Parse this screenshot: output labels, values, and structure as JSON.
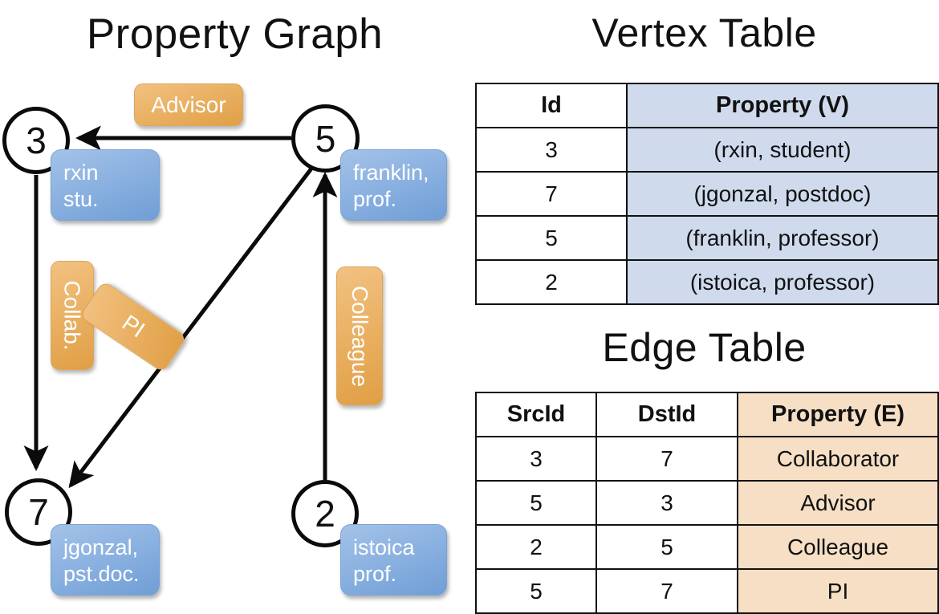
{
  "titles": {
    "property_graph": "Property Graph",
    "vertex_table": "Vertex Table",
    "edge_table": "Edge Table"
  },
  "colors": {
    "vertex_cell": "#cfdbed",
    "edge_cell": "#f6dfc5",
    "node_box": "#8fb4e2",
    "edge_label_box": "#eab266",
    "stroke": "#111111"
  },
  "graph": {
    "nodes": [
      {
        "id": "3",
        "property_line1": "rxin",
        "property_line2": "stu."
      },
      {
        "id": "5",
        "property_line1": "franklin,",
        "property_line2": "prof."
      },
      {
        "id": "7",
        "property_line1": "jgonzal,",
        "property_line2": "pst.doc."
      },
      {
        "id": "2",
        "property_line1": "istoica",
        "property_line2": "prof."
      }
    ],
    "edge_labels": [
      {
        "name": "advisor",
        "text": "Advisor"
      },
      {
        "name": "collab",
        "text": "Collab."
      },
      {
        "name": "pi",
        "text": "PI"
      },
      {
        "name": "colleague",
        "text": "Colleague"
      }
    ]
  },
  "vertex_table": {
    "headers": [
      "Id",
      "Property (V)"
    ],
    "rows": [
      [
        "3",
        "(rxin, student)"
      ],
      [
        "7",
        "(jgonzal, postdoc)"
      ],
      [
        "5",
        "(franklin, professor)"
      ],
      [
        "2",
        "(istoica, professor)"
      ]
    ]
  },
  "edge_table": {
    "headers": [
      "SrcId",
      "DstId",
      "Property (E)"
    ],
    "rows": [
      [
        "3",
        "7",
        "Collaborator"
      ],
      [
        "5",
        "3",
        "Advisor"
      ],
      [
        "2",
        "5",
        "Colleague"
      ],
      [
        "5",
        "7",
        "PI"
      ]
    ]
  }
}
